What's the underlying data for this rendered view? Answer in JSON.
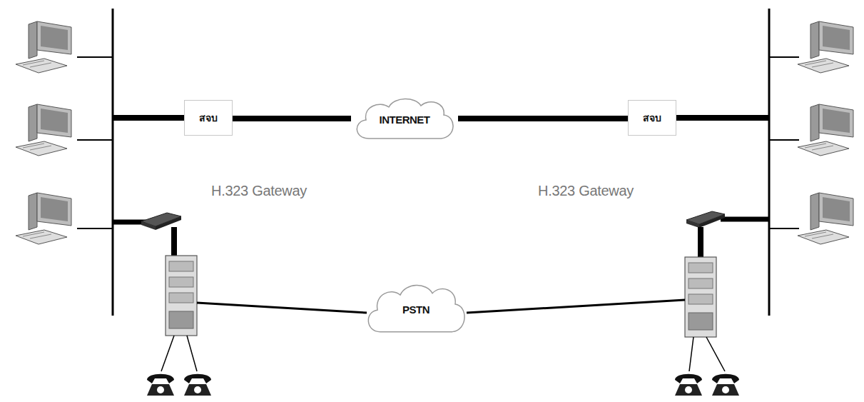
{
  "diagram": {
    "nodes": [
      {
        "text": [
          "สจบ"
        ]
      },
      {
        "text": [
          "INTERNET"
        ]
      },
      {
        "text": [
          "สจบ"
        ]
      },
      {
        "text": [
          "H.323 Gateway"
        ]
      },
      {
        "text": [
          "H.323 Gateway"
        ]
      },
      {
        "text": [
          "PSTN"
        ]
      }
    ],
    "edges": [
      {
        "from": 0,
        "to": 1,
        "arrow": "none"
      },
      {
        "from": 1,
        "to": 2,
        "arrow": "none"
      }
    ]
  }
}
